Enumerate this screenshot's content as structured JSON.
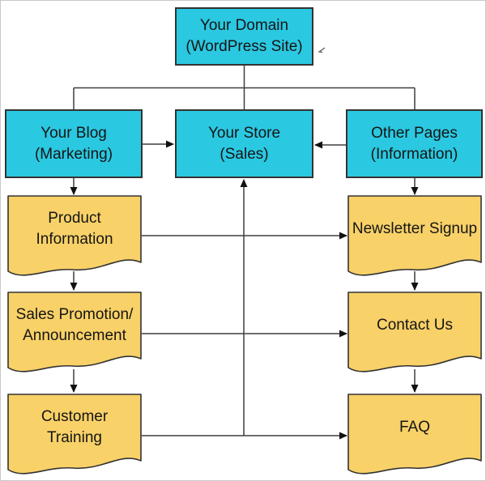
{
  "palette": {
    "background": "#ffffff",
    "frame_border": "#c8c8c8",
    "box_fill": "#2bc8e1",
    "box_border": "#333333",
    "doc_fill": "#f8d168",
    "doc_border": "#333333",
    "connector": "#3e3e3e",
    "arrowhead": "#111111",
    "text": "#151515"
  },
  "nodes": [
    {
      "id": "your-domain",
      "type": "box",
      "lines": [
        "Your Domain",
        "(WordPress Site)"
      ]
    },
    {
      "id": "your-blog",
      "type": "box",
      "lines": [
        "Your Blog",
        "(Marketing)"
      ]
    },
    {
      "id": "your-store",
      "type": "box",
      "lines": [
        "Your Store",
        "(Sales)"
      ]
    },
    {
      "id": "other-pages",
      "type": "box",
      "lines": [
        "Other Pages",
        "(Information)"
      ]
    },
    {
      "id": "product-information",
      "type": "document",
      "lines": [
        "Product",
        "Information"
      ]
    },
    {
      "id": "sales-promotion",
      "type": "document",
      "lines": [
        "Sales Promotion/",
        "Announcement"
      ]
    },
    {
      "id": "customer-training",
      "type": "document",
      "lines": [
        "Customer",
        "Training"
      ]
    },
    {
      "id": "newsletter-signup",
      "type": "document",
      "lines": [
        "Newsletter Signup"
      ]
    },
    {
      "id": "contact-us",
      "type": "document",
      "lines": [
        "Contact Us"
      ]
    },
    {
      "id": "faq",
      "type": "document",
      "lines": [
        "FAQ"
      ]
    }
  ],
  "edges": [
    {
      "from": "your-domain",
      "to": "your-blog",
      "arrow": false
    },
    {
      "from": "your-domain",
      "to": "your-store",
      "arrow": false
    },
    {
      "from": "your-domain",
      "to": "other-pages",
      "arrow": false
    },
    {
      "from": "your-blog",
      "to": "your-store",
      "arrow": true
    },
    {
      "from": "other-pages",
      "to": "your-store",
      "arrow": true
    },
    {
      "from": "your-blog",
      "to": "product-information",
      "arrow": true
    },
    {
      "from": "product-information",
      "to": "sales-promotion",
      "arrow": true
    },
    {
      "from": "sales-promotion",
      "to": "customer-training",
      "arrow": true
    },
    {
      "from": "other-pages",
      "to": "newsletter-signup",
      "arrow": true
    },
    {
      "from": "newsletter-signup",
      "to": "contact-us",
      "arrow": true
    },
    {
      "from": "contact-us",
      "to": "faq",
      "arrow": true
    },
    {
      "from": "product-information",
      "to": "newsletter-signup",
      "arrow": true
    },
    {
      "from": "sales-promotion",
      "to": "contact-us",
      "arrow": true
    },
    {
      "from": "customer-training",
      "to": "faq",
      "arrow": true
    },
    {
      "from": "customer-training",
      "to": "your-store",
      "arrow": true
    }
  ]
}
